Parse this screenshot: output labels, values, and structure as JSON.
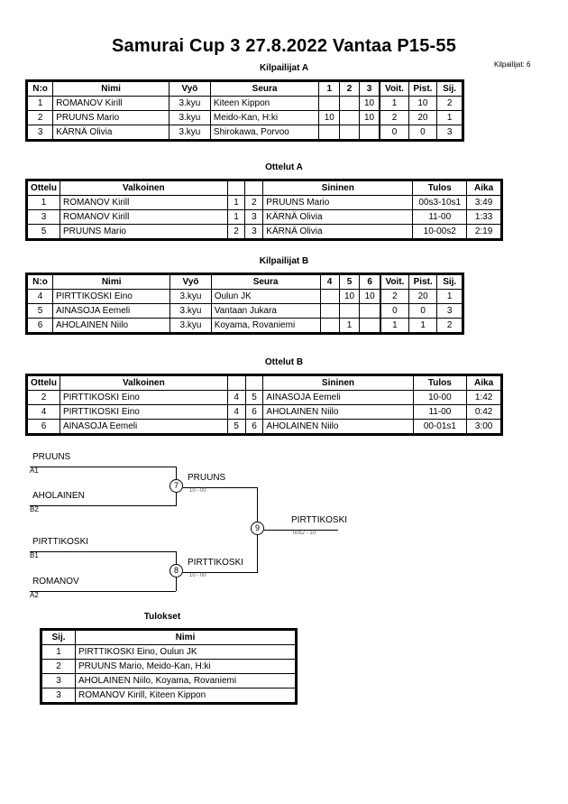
{
  "header": {
    "title": "Samurai Cup 3  27.8.2022  Vantaa   P15-55",
    "entrants_label": "Kilpailijat: 6"
  },
  "pool_a": {
    "caption": "Kilpailijat A",
    "columns": [
      "N:o",
      "Nimi",
      "Vyö",
      "Seura",
      "1",
      "2",
      "3",
      "Voit.",
      "Pist.",
      "Sij."
    ],
    "rows": [
      {
        "no": "1",
        "name": "ROMANOV Kirill",
        "belt": "3.kyu",
        "club": "Kiteen Kippon",
        "m1": "",
        "m2": "",
        "m3": "10",
        "wins": "1",
        "points": "10",
        "rank": "2"
      },
      {
        "no": "2",
        "name": "PRUUNS Mario",
        "belt": "3.kyu",
        "club": "Meido-Kan, H:ki",
        "m1": "10",
        "m2": "",
        "m3": "10",
        "wins": "2",
        "points": "20",
        "rank": "1"
      },
      {
        "no": "3",
        "name": "KÄRNÄ Olivia",
        "belt": "3.kyu",
        "club": "Shirokawa, Porvoo",
        "m1": "",
        "m2": "",
        "m3": "",
        "wins": "0",
        "points": "0",
        "rank": "3"
      }
    ]
  },
  "matches_a": {
    "caption": "Ottelut A",
    "columns": [
      "Ottelu",
      "Valkoinen",
      "",
      "",
      "Sininen",
      "Tulos",
      "Aika"
    ],
    "rows": [
      {
        "no": "1",
        "white": "ROMANOV Kirill",
        "wn": "1",
        "bn": "2",
        "blue": "PRUUNS Mario",
        "result": "00s3-10s1",
        "time": "3:49"
      },
      {
        "no": "3",
        "white": "ROMANOV Kirill",
        "wn": "1",
        "bn": "3",
        "blue": "KÄRNÄ Olivia",
        "result": "11-00",
        "time": "1:33"
      },
      {
        "no": "5",
        "white": "PRUUNS Mario",
        "wn": "2",
        "bn": "3",
        "blue": "KÄRNÄ Olivia",
        "result": "10-00s2",
        "time": "2:19"
      }
    ]
  },
  "pool_b": {
    "caption": "Kilpailijat B",
    "columns": [
      "N:o",
      "Nimi",
      "Vyö",
      "Seura",
      "4",
      "5",
      "6",
      "Voit.",
      "Pist.",
      "Sij."
    ],
    "rows": [
      {
        "no": "4",
        "name": "PIRTTIKOSKI Eino",
        "belt": "3.kyu",
        "club": "Oulun JK",
        "m1": "",
        "m2": "10",
        "m3": "10",
        "wins": "2",
        "points": "20",
        "rank": "1"
      },
      {
        "no": "5",
        "name": "AINASOJA Eemeli",
        "belt": "3.kyu",
        "club": "Vantaan Jukara",
        "m1": "",
        "m2": "",
        "m3": "",
        "wins": "0",
        "points": "0",
        "rank": "3"
      },
      {
        "no": "6",
        "name": "AHOLAINEN Niilo",
        "belt": "3.kyu",
        "club": "Koyama, Rovaniemi",
        "m1": "",
        "m2": "1",
        "m3": "",
        "wins": "1",
        "points": "1",
        "rank": "2"
      }
    ]
  },
  "matches_b": {
    "caption": "Ottelut B",
    "columns": [
      "Ottelu",
      "Valkoinen",
      "",
      "",
      "Sininen",
      "Tulos",
      "Aika"
    ],
    "rows": [
      {
        "no": "2",
        "white": "PIRTTIKOSKI Eino",
        "wn": "4",
        "bn": "5",
        "blue": "AINASOJA Eemeli",
        "result": "10-00",
        "time": "1:42"
      },
      {
        "no": "4",
        "white": "PIRTTIKOSKI Eino",
        "wn": "4",
        "bn": "6",
        "blue": "AHOLAINEN Niilo",
        "result": "11-00",
        "time": "0:42"
      },
      {
        "no": "6",
        "white": "AINASOJA Eemeli",
        "wn": "5",
        "bn": "6",
        "blue": "AHOLAINEN Niilo",
        "result": "00-01s1",
        "time": "3:00"
      }
    ]
  },
  "bracket": {
    "entries": [
      {
        "name": "PRUUNS",
        "seed": "A1"
      },
      {
        "name": "AHOLAINEN",
        "seed": "B2"
      },
      {
        "name": "PIRTTIKOSKI",
        "seed": "B1"
      },
      {
        "name": "ROMANOV",
        "seed": "A2"
      }
    ],
    "semifinal_upper": {
      "number": "7",
      "winner": "PRUUNS",
      "score": "10 - 00"
    },
    "semifinal_lower": {
      "number": "8",
      "winner": "PIRTTIKOSKI",
      "score": "10 - 00"
    },
    "final": {
      "number": "9",
      "winner": "PIRTTIKOSKI",
      "score": "00s2 - 10"
    }
  },
  "results": {
    "caption": "Tulokset",
    "columns": [
      "Sij.",
      "Nimi"
    ],
    "rows": [
      {
        "rank": "1",
        "name": "PIRTTIKOSKI Eino, Oulun JK"
      },
      {
        "rank": "2",
        "name": "PRUUNS Mario, Meido-Kan, H:ki"
      },
      {
        "rank": "3",
        "name": "AHOLAINEN Niilo, Koyama, Rovaniemi"
      },
      {
        "rank": "3",
        "name": "ROMANOV Kirill, Kiteen Kippon"
      }
    ]
  }
}
